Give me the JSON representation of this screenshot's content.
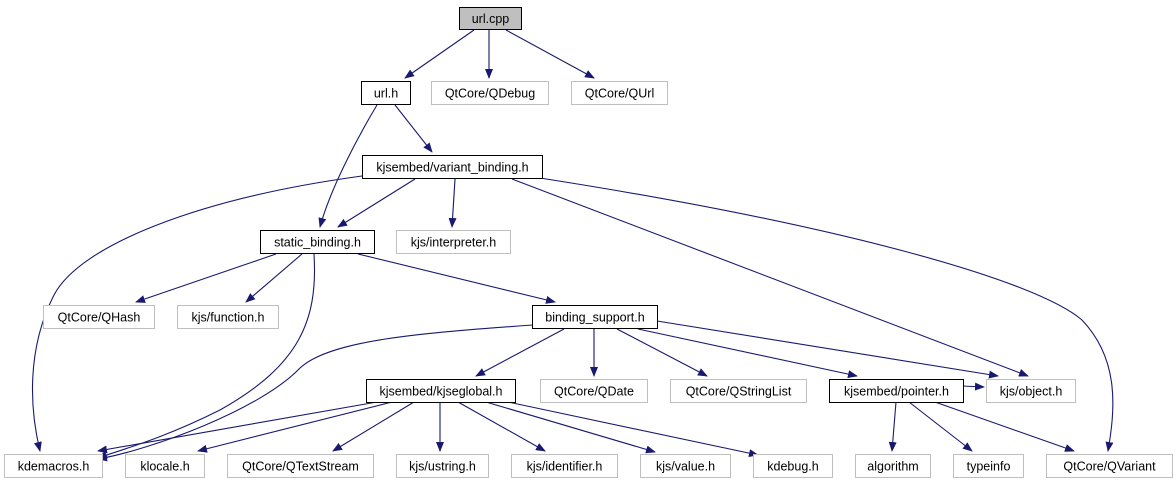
{
  "diagram": {
    "colors": {
      "edge": "#191970",
      "local_border": "#000000",
      "external_border": "#bfbfbf",
      "root_fill": "#bfbfbf",
      "node_fill": "#ffffff"
    },
    "nodes": {
      "url_cpp": {
        "label": "url.cpp",
        "kind": "root"
      },
      "url_h": {
        "label": "url.h",
        "kind": "local"
      },
      "qdebug": {
        "label": "QtCore/QDebug",
        "kind": "external"
      },
      "qurl": {
        "label": "QtCore/QUrl",
        "kind": "external"
      },
      "variant_binding": {
        "label": "kjsembed/variant_binding.h",
        "kind": "local"
      },
      "static_binding": {
        "label": "static_binding.h",
        "kind": "local"
      },
      "interpreter": {
        "label": "kjs/interpreter.h",
        "kind": "external"
      },
      "qhash": {
        "label": "QtCore/QHash",
        "kind": "external"
      },
      "function": {
        "label": "kjs/function.h",
        "kind": "external"
      },
      "binding_support": {
        "label": "binding_support.h",
        "kind": "local"
      },
      "kjseglobal": {
        "label": "kjsembed/kjseglobal.h",
        "kind": "local"
      },
      "qdate": {
        "label": "QtCore/QDate",
        "kind": "external"
      },
      "qstringlist": {
        "label": "QtCore/QStringList",
        "kind": "external"
      },
      "pointer": {
        "label": "kjsembed/pointer.h",
        "kind": "local"
      },
      "object": {
        "label": "kjs/object.h",
        "kind": "external"
      },
      "kdemacros": {
        "label": "kdemacros.h",
        "kind": "external"
      },
      "klocale": {
        "label": "klocale.h",
        "kind": "external"
      },
      "qtextstream": {
        "label": "QtCore/QTextStream",
        "kind": "external"
      },
      "ustring": {
        "label": "kjs/ustring.h",
        "kind": "external"
      },
      "identifier": {
        "label": "kjs/identifier.h",
        "kind": "external"
      },
      "value": {
        "label": "kjs/value.h",
        "kind": "external"
      },
      "kdebug": {
        "label": "kdebug.h",
        "kind": "external"
      },
      "algorithm": {
        "label": "algorithm",
        "kind": "external"
      },
      "typeinfo": {
        "label": "typeinfo",
        "kind": "external"
      },
      "qvariant": {
        "label": "QtCore/QVariant",
        "kind": "external"
      }
    },
    "edges": [
      [
        "url_cpp",
        "url_h"
      ],
      [
        "url_cpp",
        "qdebug"
      ],
      [
        "url_cpp",
        "qurl"
      ],
      [
        "url_h",
        "variant_binding"
      ],
      [
        "url_h",
        "static_binding"
      ],
      [
        "variant_binding",
        "static_binding"
      ],
      [
        "variant_binding",
        "interpreter"
      ],
      [
        "variant_binding",
        "kdemacros"
      ],
      [
        "variant_binding",
        "object"
      ],
      [
        "variant_binding",
        "qvariant"
      ],
      [
        "static_binding",
        "qhash"
      ],
      [
        "static_binding",
        "function"
      ],
      [
        "static_binding",
        "binding_support"
      ],
      [
        "static_binding",
        "kdemacros"
      ],
      [
        "binding_support",
        "kjseglobal"
      ],
      [
        "binding_support",
        "qdate"
      ],
      [
        "binding_support",
        "qstringlist"
      ],
      [
        "binding_support",
        "pointer"
      ],
      [
        "binding_support",
        "object"
      ],
      [
        "binding_support",
        "kdemacros"
      ],
      [
        "kjseglobal",
        "kdemacros"
      ],
      [
        "kjseglobal",
        "klocale"
      ],
      [
        "kjseglobal",
        "qtextstream"
      ],
      [
        "kjseglobal",
        "ustring"
      ],
      [
        "kjseglobal",
        "identifier"
      ],
      [
        "kjseglobal",
        "value"
      ],
      [
        "kjseglobal",
        "kdebug"
      ],
      [
        "pointer",
        "object"
      ],
      [
        "pointer",
        "algorithm"
      ],
      [
        "pointer",
        "typeinfo"
      ],
      [
        "pointer",
        "qvariant"
      ]
    ]
  }
}
